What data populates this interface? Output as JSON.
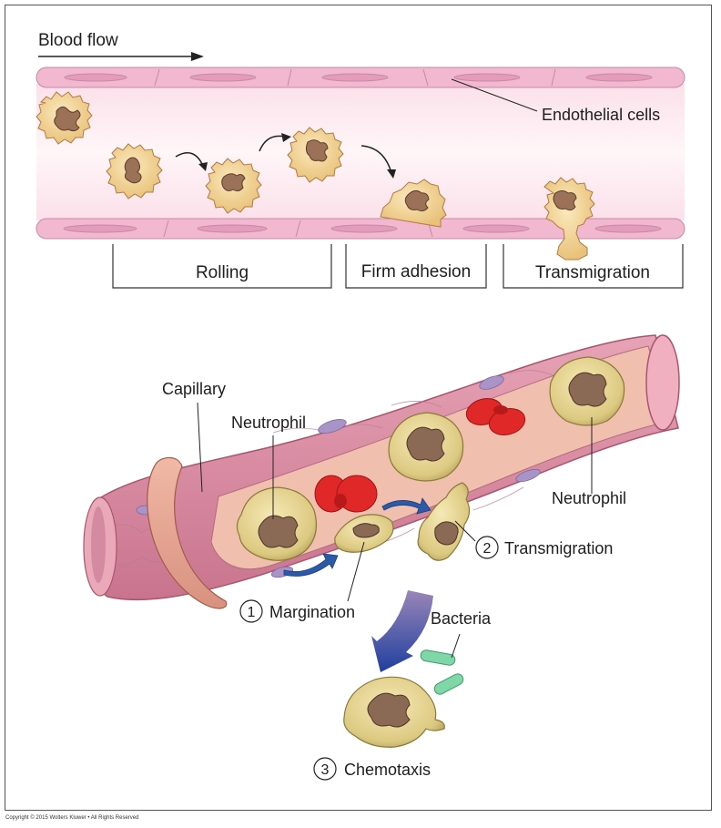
{
  "top_panel": {
    "blood_flow": "Blood flow",
    "endothelial_cells": "Endothelial cells",
    "stages": [
      "Rolling",
      "Firm adhesion",
      "Transmigration"
    ]
  },
  "bottom_panel": {
    "capillary": "Capillary",
    "neutrophil_left": "Neutrophil",
    "neutrophil_right": "Neutrophil",
    "bacteria": "Bacteria",
    "step1_number": "1",
    "step1_label": "Margination",
    "step2_number": "2",
    "step2_label": "Transmigration",
    "step3_number": "3",
    "step3_label": "Chemotaxis"
  },
  "copyright": "Copyright © 2015 Wolters Kluwer • All Rights Reserved",
  "colors": {
    "endothelium": "#f2b8cf",
    "vessel_lumen": "#fbe4ec",
    "neutrophil_fill": "#f3cf8e",
    "nucleus": "#8a6a55",
    "rbc": "#e02828",
    "flow_arrow": "#2a5aa8",
    "chemotaxis_arrow": "#3a4ea8",
    "bacteria": "#7fd6a6"
  }
}
